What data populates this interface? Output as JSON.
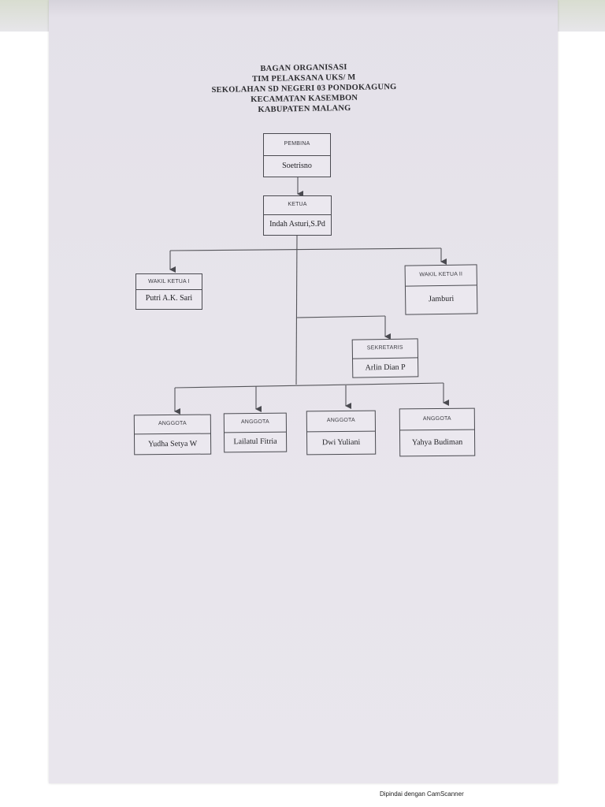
{
  "title": {
    "line1": "BAGAN ORGANISASI",
    "line2": "TIM PELAKSANA UKS/ M",
    "line3": "SEKOLAHAN SD NEGERI 03 PONDOKAGUNG",
    "line4": "KECAMATAN KASEMBON",
    "line5": "KABUPATEN MALANG"
  },
  "pembina": {
    "role": "PEMBINA",
    "name": "Soetrisno"
  },
  "ketua": {
    "role": "KETUA",
    "name": "Indah Asturi,S.Pd"
  },
  "wakil_ketua_1": {
    "role": "WAKIL KETUA I",
    "name": "Putri A.K. Sari"
  },
  "wakil_ketua_2": {
    "role": "WAKIL KETUA II",
    "name": "Jamburi"
  },
  "sekretaris": {
    "role": "SEKRETARIS",
    "name": "Arlin Dian P"
  },
  "anggota": [
    {
      "role": "ANGGOTA",
      "name": "Yudha Setya W"
    },
    {
      "role": "ANGGOTA",
      "name": "Lailatul Fitria"
    },
    {
      "role": "ANGGOTA",
      "name": "Dwi Yuliani"
    },
    {
      "role": "ANGGOTA",
      "name": "Yahya Budiman"
    }
  ],
  "footer": "Dipindai dengan CamScanner"
}
